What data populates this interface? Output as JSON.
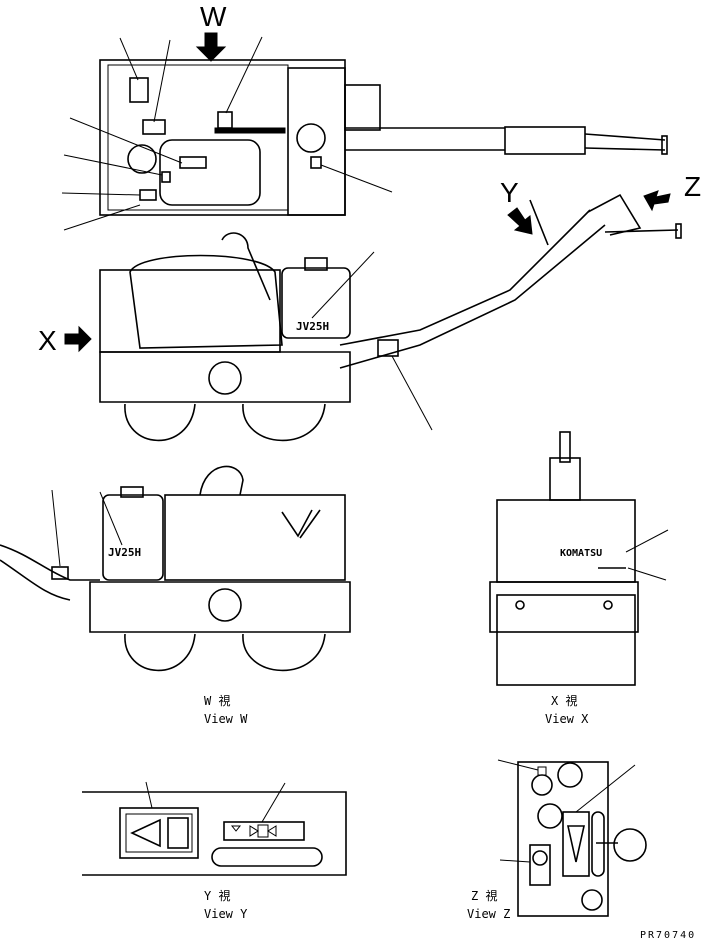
{
  "arrows": {
    "w": "W",
    "x": "X",
    "y": "Y",
    "z": "Z"
  },
  "captions": {
    "view_w_jp": "W 視",
    "view_w": "View W",
    "view_x_jp": "X 視",
    "view_x": "View X",
    "view_y_jp": "Y 視",
    "view_y": "View Y",
    "view_z_jp": "Z 視",
    "view_z": "View Z"
  },
  "decals": {
    "model": "JV25H",
    "brand": "KOMATSU"
  },
  "drawing_code": "PR70740"
}
